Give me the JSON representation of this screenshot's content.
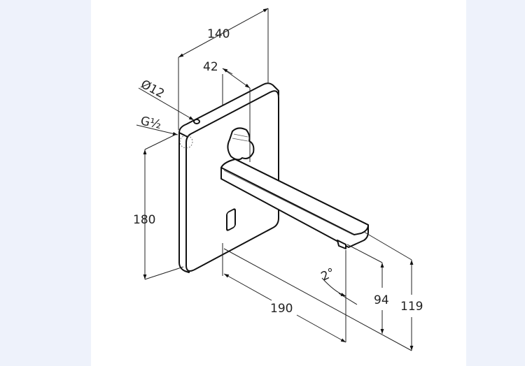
{
  "drawing": {
    "dimensions": {
      "plate_width": "140",
      "knob_offset": "42",
      "diameter": "Ø12",
      "thread": "G½",
      "plate_height": "180",
      "projection": "190",
      "angle": "2°",
      "outlet_height": "94",
      "spout_height": "119"
    }
  },
  "colors": {
    "background": "#eef2fb",
    "sheet": "#ffffff",
    "line": "#222222"
  }
}
